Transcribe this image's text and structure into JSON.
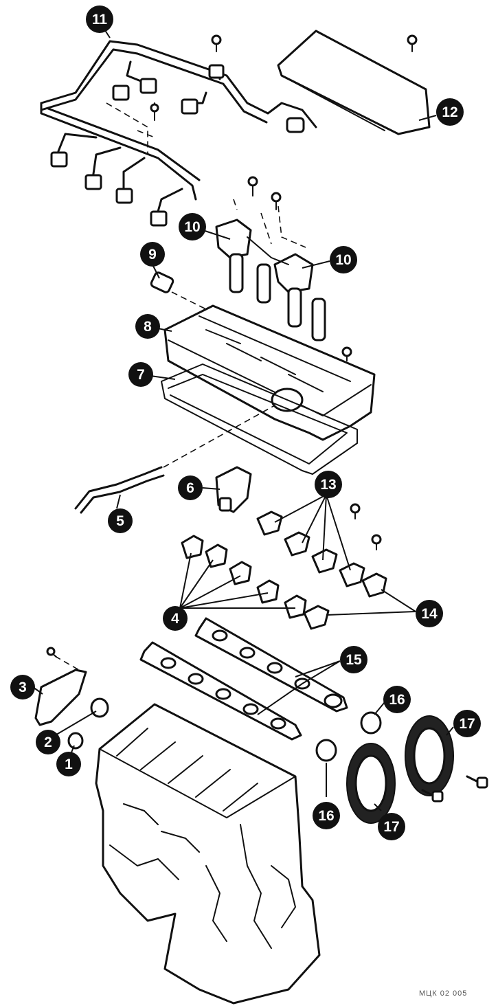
{
  "callouts": [
    {
      "label": "1"
    },
    {
      "label": "2"
    },
    {
      "label": "3"
    },
    {
      "label": "4"
    },
    {
      "label": "5"
    },
    {
      "label": "6"
    },
    {
      "label": "7"
    },
    {
      "label": "8"
    },
    {
      "label": "9"
    },
    {
      "label": "10"
    },
    {
      "label": "10"
    },
    {
      "label": "11"
    },
    {
      "label": "12"
    },
    {
      "label": "13"
    },
    {
      "label": "14"
    },
    {
      "label": "15"
    },
    {
      "label": "16"
    },
    {
      "label": "16"
    },
    {
      "label": "17"
    },
    {
      "label": "17"
    }
  ],
  "footer": {
    "code": "МЦК 02 005"
  },
  "colors": {
    "ink": "#111111",
    "background": "#ffffff"
  }
}
